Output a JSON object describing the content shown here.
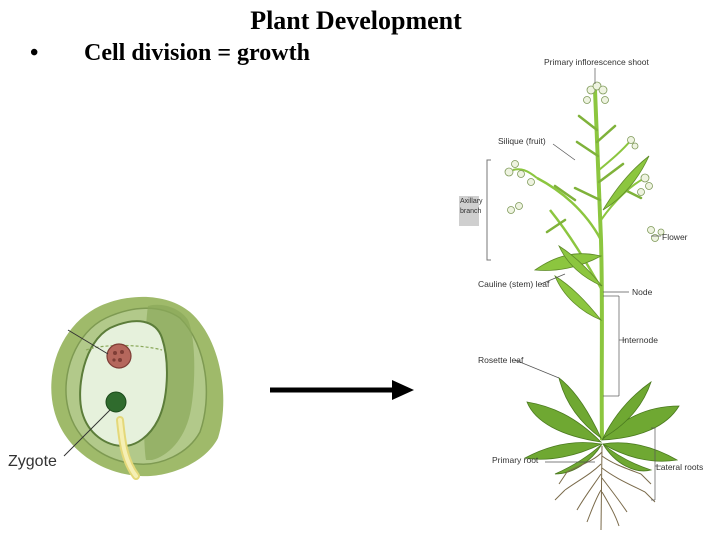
{
  "title": "Plant Development",
  "bullet": {
    "marker": "•",
    "text": "Cell division = growth"
  },
  "embryo": {
    "label": "Zygote"
  },
  "plant_labels": {
    "primary_inflorescence_shoot": "Primary inflorescence shoot",
    "silique": "Silique (fruit)",
    "axillary_branch_1": "Axillary",
    "axillary_branch_2": "branch",
    "flower": "Flower",
    "cauline_leaf": "Cauline (stem) leaf",
    "node": "Node",
    "internode": "Internode",
    "rosette_leaf": "Rosette leaf",
    "primary_root": "Primary root",
    "lateral_roots": "Lateral roots"
  },
  "colors": {
    "leaf": "#6fa832",
    "stem": "#8cc63f",
    "embryo_sac": "#e6f1dc",
    "integument": "#b2c98a",
    "nucleus": "#b5675c",
    "zygote": "#2f6b2d",
    "arrow": "#000000"
  }
}
